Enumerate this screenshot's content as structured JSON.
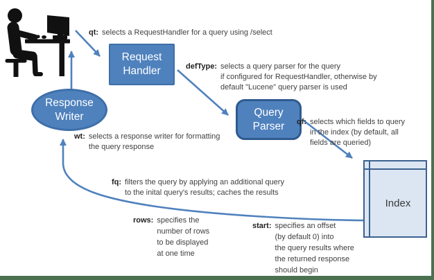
{
  "colors": {
    "node_fill": "#4f81bd",
    "node_border": "#3e6fa9",
    "query_parser_border": "#2e5a8f",
    "index_fill": "#dce6f2",
    "index_border": "#3c6290",
    "arrow": "#4f81bd",
    "annotation_text": "#3f3f3f",
    "annotation_label": "#1f1f1f",
    "frame_border": "#4b7150",
    "person_icon": "#111111"
  },
  "nodes": {
    "request_handler": {
      "lines": [
        "Request",
        "Handler"
      ]
    },
    "query_parser": {
      "lines": [
        "Query",
        "Parser"
      ]
    },
    "response_writer": {
      "lines": [
        "Response",
        "Writer"
      ]
    },
    "index": {
      "label": "Index"
    }
  },
  "annotations": {
    "qt": {
      "label": "qt:",
      "lines": [
        "selects a RequestHandler for a query using /select"
      ]
    },
    "defType": {
      "label": "defType:",
      "lines": [
        "selects a query parser for the query",
        "if configured for RequestHandler, otherwise by",
        "default \"Lucene\" query parser is used"
      ]
    },
    "qf": {
      "label": "qf:",
      "lines": [
        "selects which fields to query",
        "in the index (by default, all",
        "fields are queried)"
      ]
    },
    "wt": {
      "label": "wt:",
      "lines": [
        "selects a response writer for formatting",
        "the query response"
      ]
    },
    "fq": {
      "label": "fq:",
      "lines": [
        "filters the query by applying an additional query",
        "to the inital query's results; caches the results"
      ]
    },
    "rows": {
      "label": "rows:",
      "lines": [
        "specifies the",
        "number of rows",
        "to be displayed",
        "at one time"
      ]
    },
    "start": {
      "label": "start:",
      "lines": [
        "specifies an offset",
        "(by default 0) into",
        "the query results where",
        "the returned response",
        "should begin"
      ]
    }
  },
  "icons": {
    "person": "person-at-computer-icon"
  }
}
